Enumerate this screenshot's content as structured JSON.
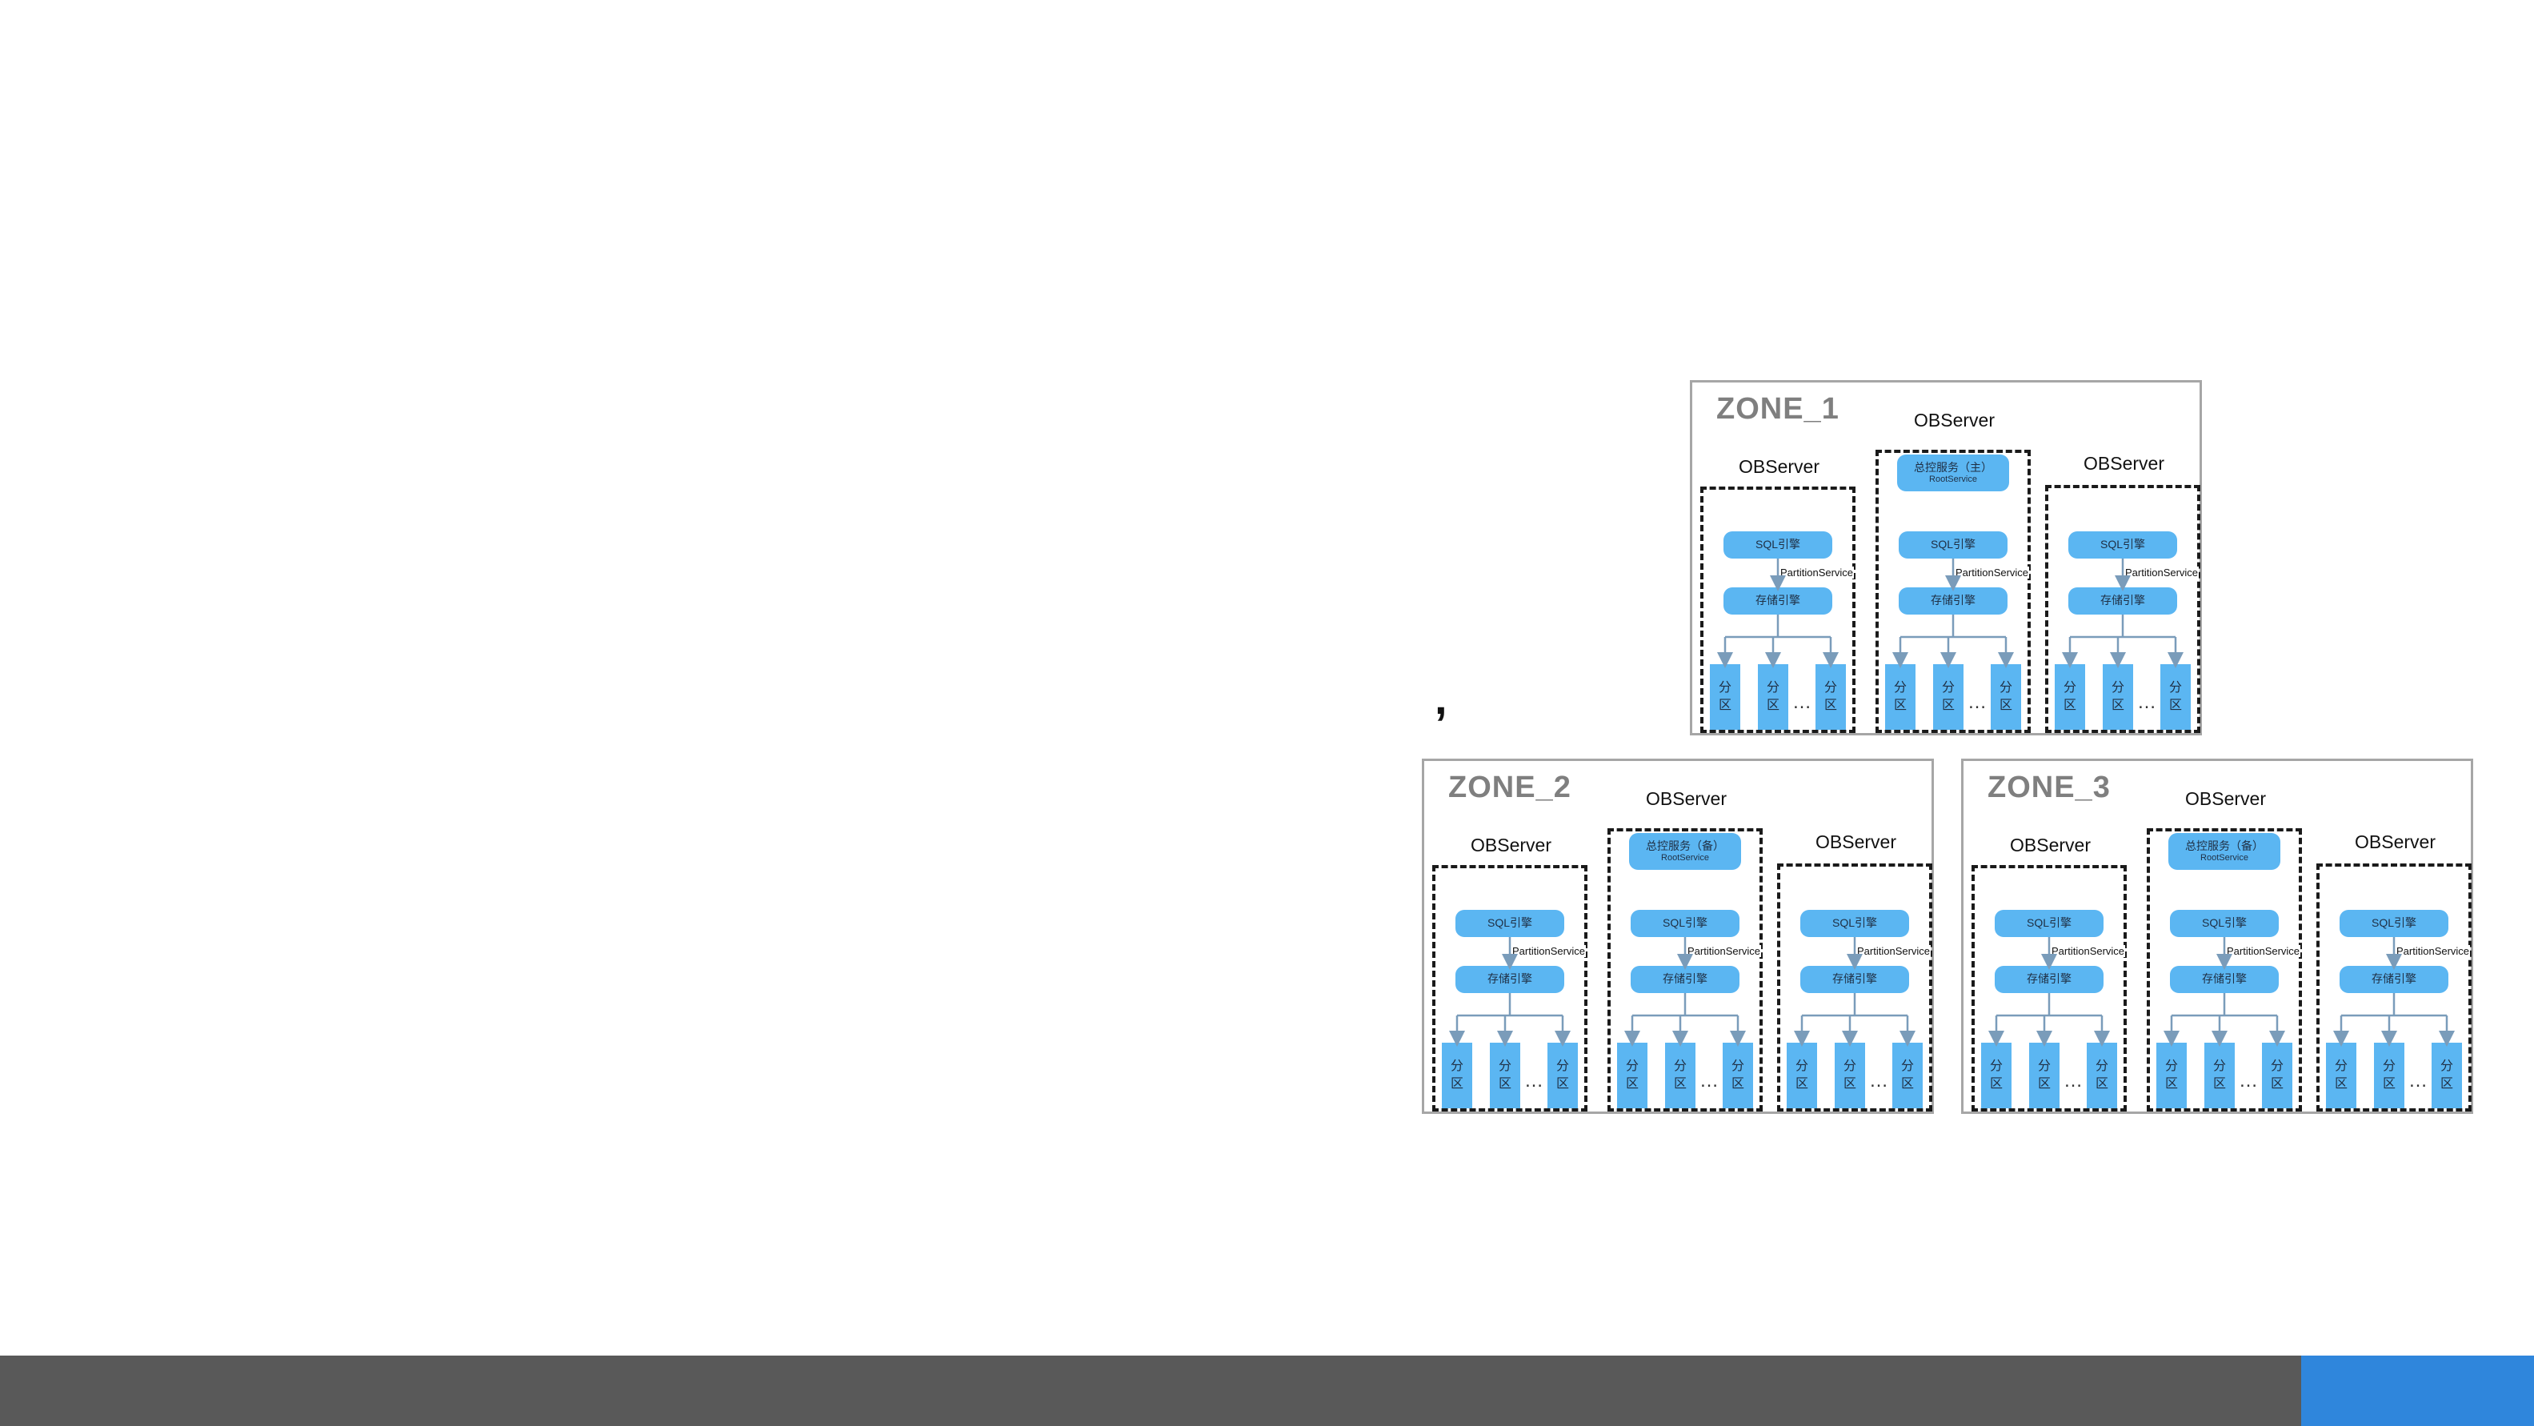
{
  "separator": ",",
  "colors": {
    "block": "#5bb6f2",
    "footer": "#595959",
    "footer_accent": "#2f86dc"
  },
  "zones": [
    {
      "title": "ZONE_1",
      "servers": [
        {
          "label": "OBServer",
          "partitions": [
            "分\n区",
            "分\n区",
            "分\n区"
          ],
          "dots": "…",
          "sql": "SQL引擎",
          "ps": "PartitionService",
          "storage": "存储引擎"
        },
        {
          "label": "OBServer",
          "root": {
            "title": "总控服务（主）",
            "sub": "RootService"
          },
          "partitions": [
            "分\n区",
            "分\n区",
            "分\n区"
          ],
          "dots": "…",
          "sql": "SQL引擎",
          "ps": "PartitionService",
          "storage": "存储引擎"
        },
        {
          "label": "OBServer",
          "partitions": [
            "分\n区",
            "分\n区",
            "分\n区"
          ],
          "dots": "…",
          "sql": "SQL引擎",
          "ps": "PartitionService",
          "storage": "存储引擎"
        }
      ]
    },
    {
      "title": "ZONE_2",
      "servers": [
        {
          "label": "OBServer",
          "partitions": [
            "分\n区",
            "分\n区",
            "分\n区"
          ],
          "dots": "…",
          "sql": "SQL引擎",
          "ps": "PartitionService",
          "storage": "存储引擎"
        },
        {
          "label": "OBServer",
          "root": {
            "title": "总控服务（备）",
            "sub": "RootService"
          },
          "partitions": [
            "分\n区",
            "分\n区",
            "分\n区"
          ],
          "dots": "…",
          "sql": "SQL引擎",
          "ps": "PartitionService",
          "storage": "存储引擎"
        },
        {
          "label": "OBServer",
          "partitions": [
            "分\n区",
            "分\n区",
            "分\n区"
          ],
          "dots": "…",
          "sql": "SQL引擎",
          "ps": "PartitionService",
          "storage": "存储引擎"
        }
      ]
    },
    {
      "title": "ZONE_3",
      "servers": [
        {
          "label": "OBServer",
          "partitions": [
            "分\n区",
            "分\n区",
            "分\n区"
          ],
          "dots": "…",
          "sql": "SQL引擎",
          "ps": "PartitionService",
          "storage": "存储引擎"
        },
        {
          "label": "OBServer",
          "root": {
            "title": "总控服务（备）",
            "sub": "RootService"
          },
          "partitions": [
            "分\n区",
            "分\n区",
            "分\n区"
          ],
          "dots": "…",
          "sql": "SQL引擎",
          "ps": "PartitionService",
          "storage": "存储引擎"
        },
        {
          "label": "OBServer",
          "partitions": [
            "分\n区",
            "分\n区",
            "分\n区"
          ],
          "dots": "…",
          "sql": "SQL引擎",
          "ps": "PartitionService",
          "storage": "存储引擎"
        }
      ]
    }
  ]
}
